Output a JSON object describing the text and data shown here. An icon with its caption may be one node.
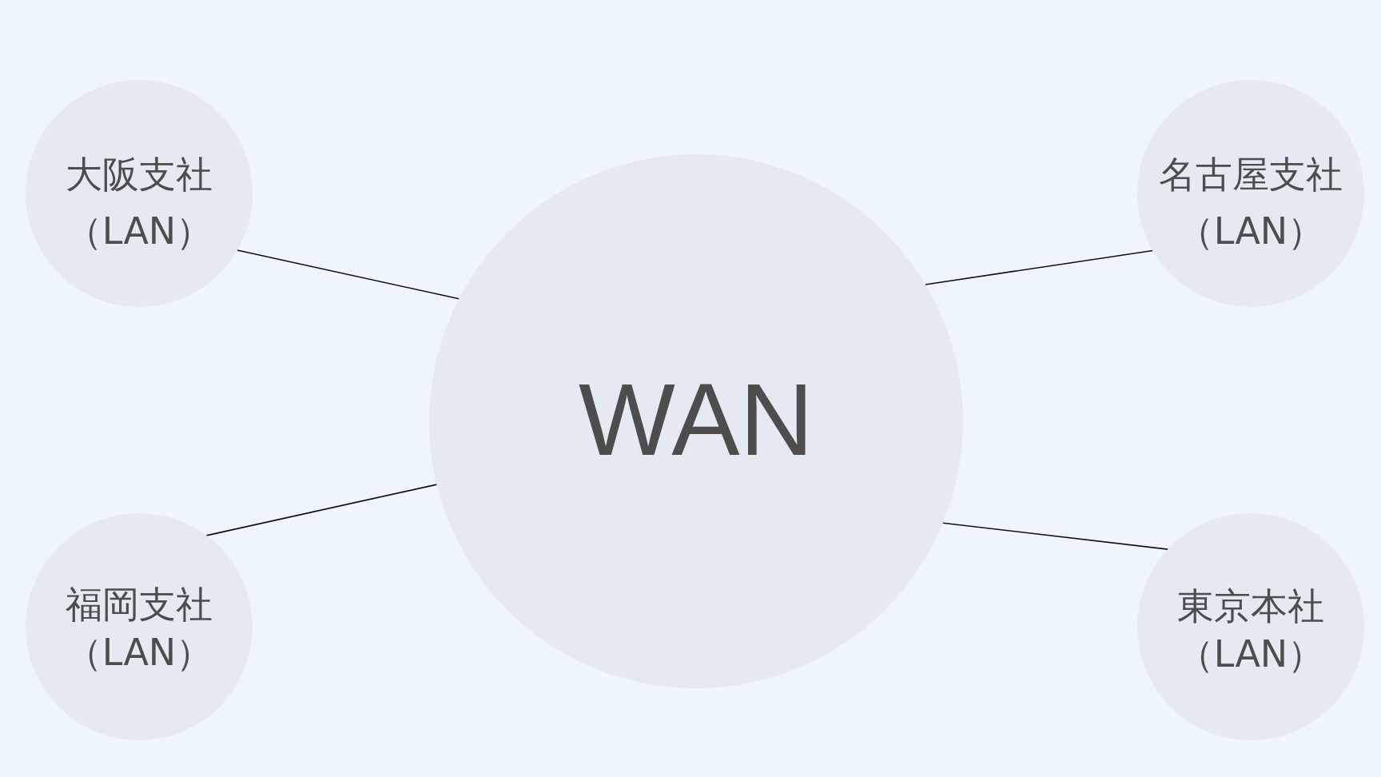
{
  "diagram": {
    "nodes": [
      {
        "text": [
          "大阪支社（LAN）"
        ]
      },
      {
        "text": [
          "名古屋支社（LAN）"
        ]
      },
      {
        "text": [
          "WAN"
        ]
      },
      {
        "text": [
          "福岡支社（LAN）"
        ]
      },
      {
        "text": [
          "東京本社（LAN）"
        ]
      }
    ],
    "edges": [
      {
        "from": 0,
        "to": 2,
        "arrow": "none"
      },
      {
        "from": 1,
        "to": 2,
        "arrow": "none"
      },
      {
        "from": 3,
        "to": 2,
        "arrow": "none"
      },
      {
        "from": 4,
        "to": 2,
        "arrow": "none"
      }
    ]
  }
}
